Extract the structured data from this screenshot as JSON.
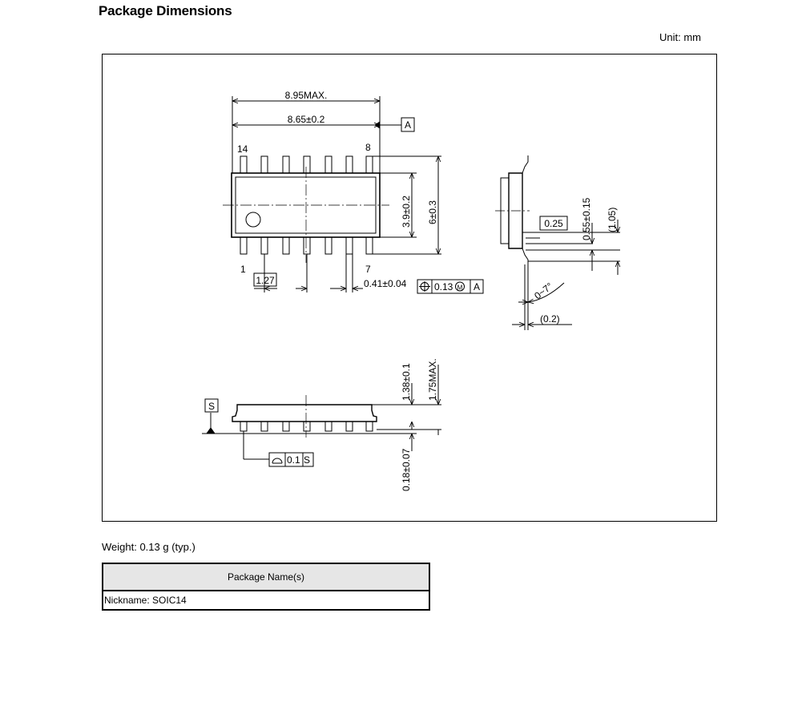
{
  "title": "Package Dimensions",
  "unit": "Unit: mm",
  "drawing": {
    "dim_overall_max": "8.95MAX.",
    "dim_body_length": "8.65±0.2",
    "datum_a": "A",
    "pin_14": "14",
    "pin_8": "8",
    "pin_1": "1",
    "pin_7": "7",
    "dim_body_width": "3.9±0.2",
    "dim_span": "6±0.3",
    "pitch": "1.27",
    "lead_width": "0.41±0.04",
    "position_tolerance": "0.13",
    "mmc_symbol": "M",
    "position_datum": "A",
    "side_dim_025": "0.25",
    "side_dim_055": "0.55±0.15",
    "side_dim_105": "(1.05)",
    "angle": "0~7°",
    "side_dim_02": "(0.2)",
    "datum_s": "S",
    "height_body": "1.38±0.1",
    "height_max": "1.75MAX.",
    "standoff": "0.18±0.07",
    "flatness_tolerance": "0.1",
    "flatness_datum": "S"
  },
  "weight": "Weight: 0.13 g (typ.)",
  "table": {
    "header": "Package Name(s)",
    "row": "Nickname: SOIC14"
  }
}
